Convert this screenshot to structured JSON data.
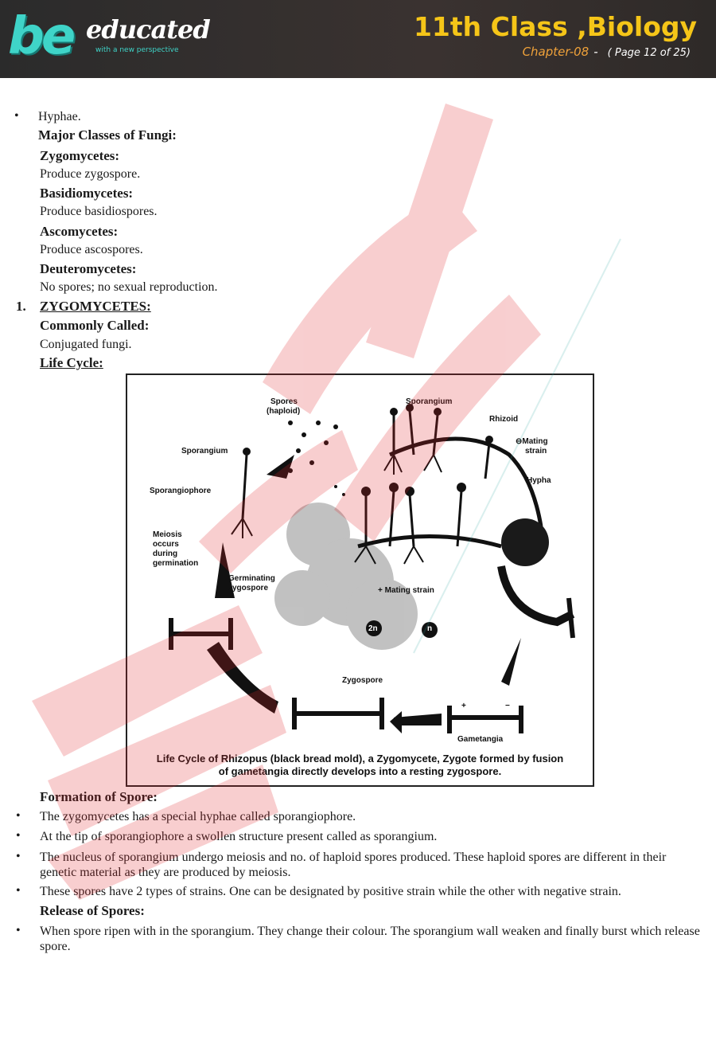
{
  "header": {
    "logo_be": "be",
    "logo_word": "educated",
    "logo_tagline": "with a new perspective",
    "title": "11th Class ,Biology",
    "chapter": "Chapter-08",
    "separator": "-",
    "page": "( Page 12 of 25)"
  },
  "body": {
    "hyphae": "Hyphae.",
    "major_classes": "Major Classes of Fungi:",
    "zygo_head": "Zygomycetes:",
    "zygo_text": "Produce zygospore.",
    "basidio_head": "Basidiomycetes:",
    "basidio_text": "Produce basidiospores.",
    "asco_head": "Ascomycetes:",
    "asco_text": "Produce ascospores.",
    "deutero_head": "Deuteromycetes:",
    "deutero_text": "No spores; no sexual reproduction.",
    "section_num": "1.",
    "section_title": "ZYGOMYCETES:",
    "commonly_called": "Commonly Called:",
    "conjugated": "Conjugated fungi.",
    "life_cycle": "Life Cycle:",
    "formation": "Formation of Spore:",
    "b1": "The zygomycetes has a special hyphae called sporangiophore.",
    "b2": "At the tip of sporangiophore a swollen structure present called as sporangium.",
    "b3": "The nucleus of sporangium undergo meiosis and no. of haploid spores produced. These haploid spores are different in their genetic material as they are produced by meiosis.",
    "b4": "These spores have 2 types of strains. One can be designated by positive strain while the other with negative strain.",
    "release": "Release of Spores:",
    "b5": "When spore ripen with in the sporangium.  They change their colour. The sporangium wall weaken and finally burst which release spore."
  },
  "figure": {
    "labels": {
      "spores": "Spores",
      "haploid": "(haploid)",
      "sporangium_top": "Sporangium",
      "rhizoid": "Rhizoid",
      "mating_minus": "⊖Mating",
      "strain": "strain",
      "hypha": "Hypha",
      "sporangium_left": "Sporangium",
      "sporangiophore": "Sporangiophore",
      "meiosis1": "Meiosis",
      "meiosis2": "occurs",
      "meiosis3": "during",
      "meiosis4": "germination",
      "germinating1": "Germinating",
      "germinating2": "zygospore",
      "plus_mating": "+ Mating strain",
      "two_n": "2n",
      "n": "n",
      "zygospore": "Zygospore",
      "gametangia": "Gametangia",
      "plus": "+",
      "minus": "−"
    },
    "caption_line1": "Life Cycle of Rhizopus (black bread mold), a Zygomycete, Zygote formed by fusion",
    "caption_line2": "of gametangia directly develops into a resting zygospore."
  },
  "colors": {
    "header_bg": "#2b2b2b",
    "title_yellow": "#f5c518",
    "chapter_orange": "#f0a23a",
    "logo_teal": "#3fd4c8",
    "watermark_red": "#e0262b"
  }
}
